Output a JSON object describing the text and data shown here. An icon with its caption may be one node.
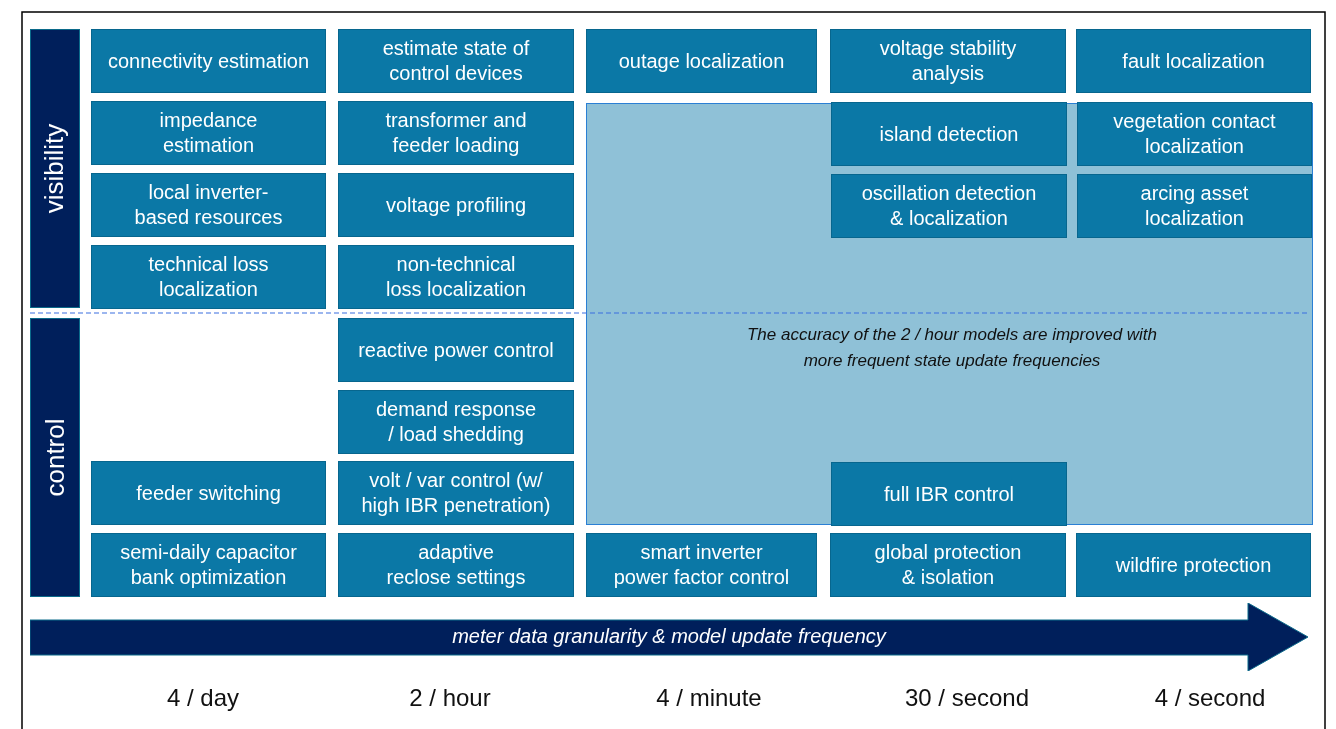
{
  "diagram": {
    "nodes": [
      {
        "text": [
          "visibility"
        ]
      },
      {
        "text": [
          "connectivity estimation"
        ]
      },
      {
        "text": [
          "estimate state of control devices"
        ]
      },
      {
        "text": [
          "outage localization"
        ]
      },
      {
        "text": [
          "voltage stability analysis"
        ]
      },
      {
        "text": [
          "fault localization"
        ]
      },
      {
        "text": [
          "impedance estimation"
        ]
      },
      {
        "text": [
          "transformer and feeder loading"
        ]
      },
      {
        "text": [
          "The accuracy of the 2 / hour models are improved with more frequent state update frequencies"
        ]
      },
      {
        "text": [
          "island detection"
        ],
        "in": 8
      },
      {
        "text": [
          "vegetation contact localization"
        ],
        "in": 8
      },
      {
        "text": [
          "local inverter-based resources"
        ]
      },
      {
        "text": [
          "voltage profiling"
        ]
      },
      {
        "text": [
          "oscillation detection & localization"
        ],
        "in": 8
      },
      {
        "text": [
          "arcing asset localization"
        ],
        "in": 8
      },
      {
        "text": [
          "technical loss localization"
        ]
      },
      {
        "text": [
          "non-technical loss localization"
        ]
      },
      {
        "text": [
          "control"
        ]
      },
      {
        "text": [
          "reactive power control"
        ]
      },
      {
        "text": [
          "demand response / load shedding"
        ]
      },
      {
        "text": [
          "feeder switching"
        ]
      },
      {
        "text": [
          "volt / var control (w/ high IBR penetration)"
        ]
      },
      {
        "text": [
          "full IBR control"
        ],
        "in": 8
      },
      {
        "text": [
          "semi-daily capacitor bank optimization"
        ]
      },
      {
        "text": [
          "adaptive reclose settings"
        ]
      },
      {
        "text": [
          "smart inverter power factor control"
        ]
      },
      {
        "text": [
          "global protection & isolation"
        ]
      },
      {
        "text": [
          "wildfire protection"
        ]
      },
      {
        "text": [
          "meter data granularity & model update frequency"
        ]
      }
    ],
    "edges": [],
    "labels": [
      "4 / day",
      "2 / hour",
      "4 / minute",
      "30 / second",
      "4 / second"
    ]
  }
}
